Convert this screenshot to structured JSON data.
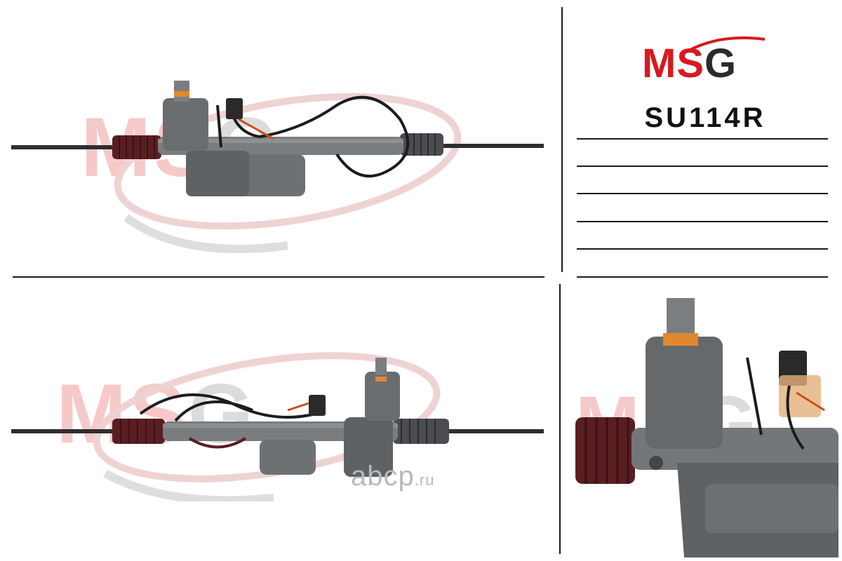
{
  "brand": {
    "logo_m": "M",
    "logo_s": "S",
    "logo_g": "G",
    "colors": {
      "red": "#d71920",
      "dark": "#2b2b2b"
    }
  },
  "product": {
    "part_number": "SU114R"
  },
  "watermarks": {
    "brand_m": "M",
    "brand_s": "S",
    "brand_g": "G",
    "site": "abcp",
    "site_suffix": ".ru"
  },
  "colors": {
    "rack_body": "#7a7d80",
    "boot": "#5a1e22",
    "wire": "#1c1c1c",
    "accent_orange": "#e0892c",
    "wm_red": "#f6c9c9",
    "wm_gray": "#dcdcdc"
  }
}
